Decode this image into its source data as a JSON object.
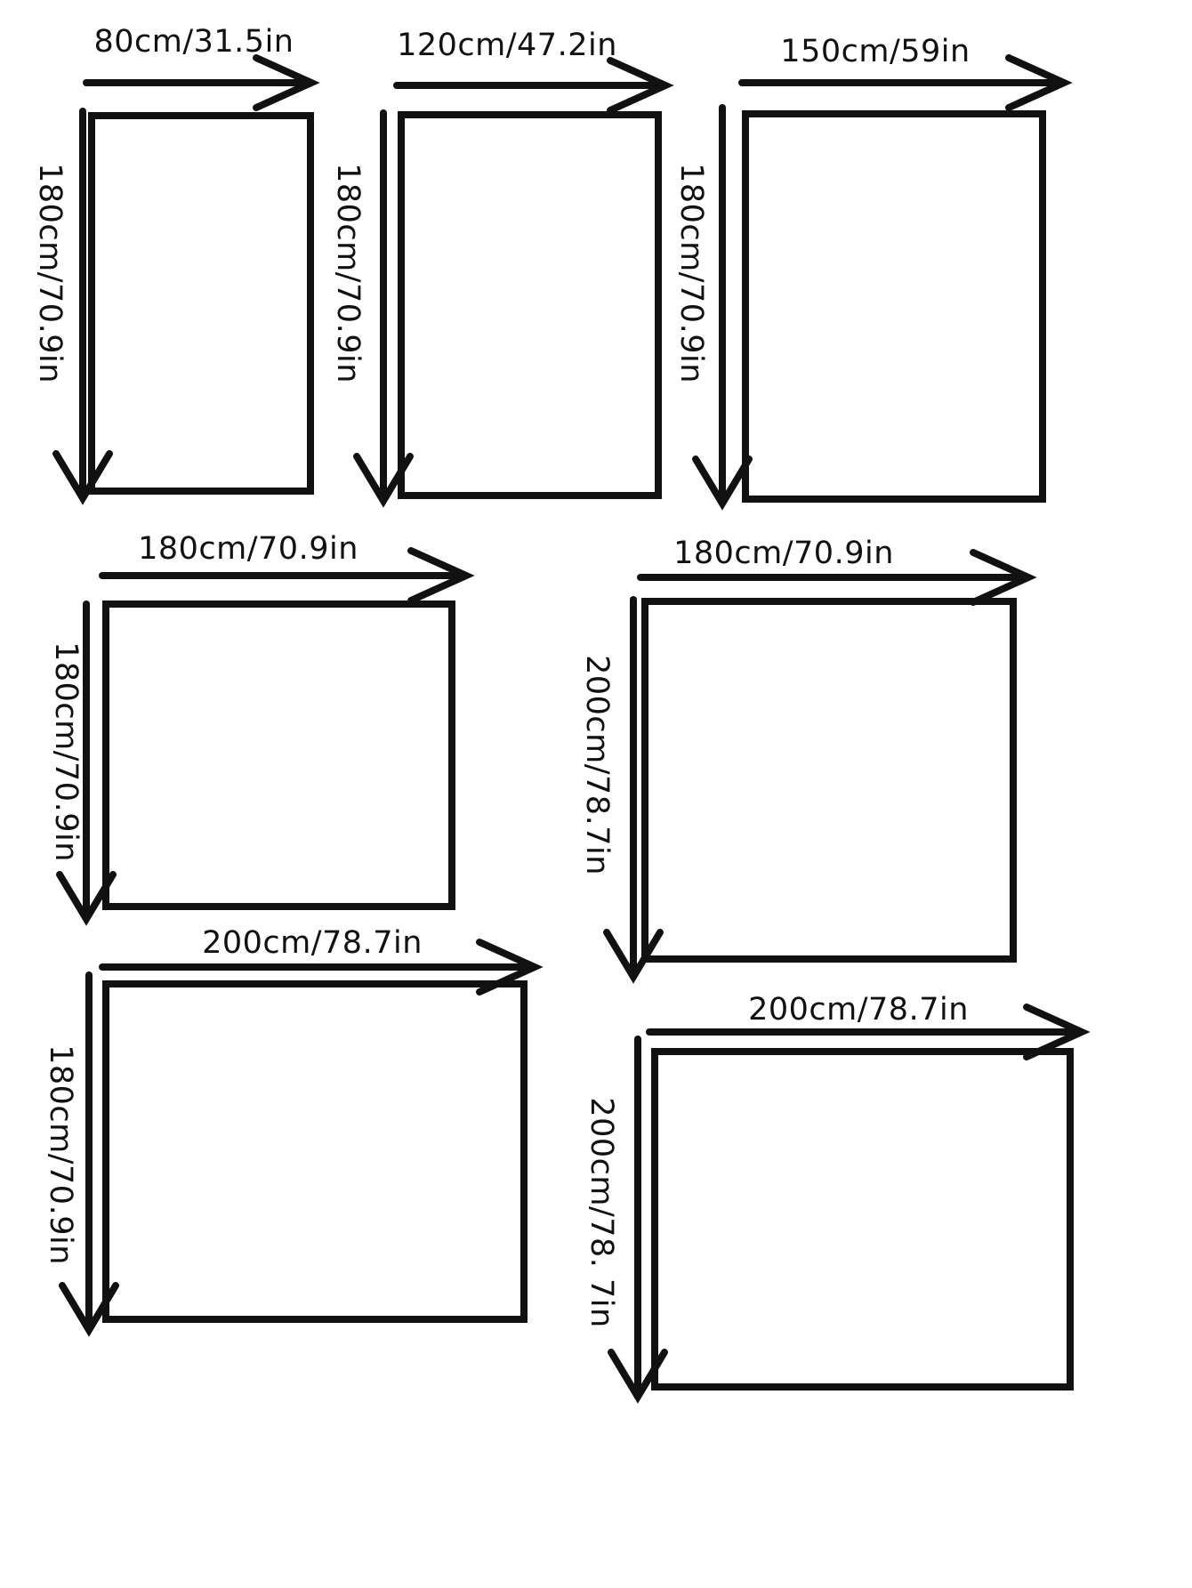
{
  "size_charts": [
    {
      "width_label": "80cm/31.5in",
      "height_label": "180cm/70.9in",
      "width_cm": 80,
      "height_cm": 180
    },
    {
      "width_label": "120cm/47.2in",
      "height_label": "180cm/70.9in",
      "width_cm": 120,
      "height_cm": 180
    },
    {
      "width_label": "150cm/59in",
      "height_label": "180cm/70.9in",
      "width_cm": 150,
      "height_cm": 180
    },
    {
      "width_label": "180cm/70.9in",
      "height_label": "180cm/70.9in",
      "width_cm": 180,
      "height_cm": 180
    },
    {
      "width_label": "180cm/70.9in",
      "height_label": "200cm/78.7in",
      "width_cm": 180,
      "height_cm": 200
    },
    {
      "width_label": "200cm/78.7in",
      "height_label": "180cm/70.9in",
      "width_cm": 200,
      "height_cm": 180
    },
    {
      "width_label": "200cm/78.7in",
      "height_label": "200cm/78. 7in",
      "width_cm": 200,
      "height_cm": 200
    }
  ],
  "colors": {
    "stroke": "#111111",
    "background": "#ffffff"
  }
}
